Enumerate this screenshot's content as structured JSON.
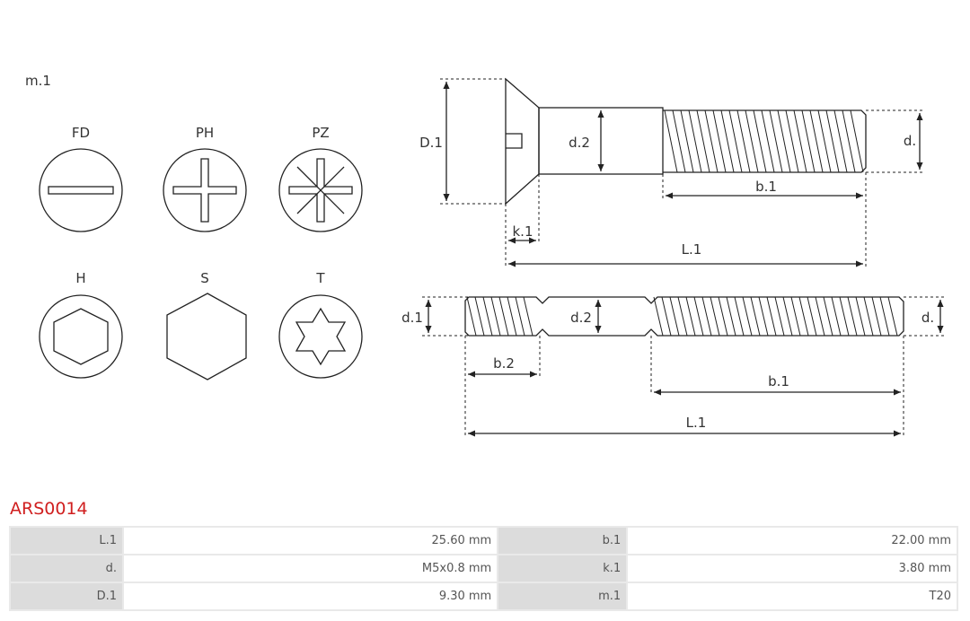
{
  "diagram": {
    "section_label": "m.1",
    "drive_types": [
      {
        "code": "FD",
        "icon": "slotted-drive-icon"
      },
      {
        "code": "PH",
        "icon": "phillips-drive-icon"
      },
      {
        "code": "PZ",
        "icon": "pozidriv-drive-icon"
      },
      {
        "code": "H",
        "icon": "hex-socket-drive-icon"
      },
      {
        "code": "S",
        "icon": "hex-head-icon"
      },
      {
        "code": "T",
        "icon": "torx-drive-icon"
      }
    ],
    "screw_labels": {
      "D1": "D.1",
      "d2": "d.2",
      "d": "d.",
      "b1": "b.1",
      "k1": "k.1",
      "L1": "L.1"
    },
    "stud_labels": {
      "d1": "d.1",
      "d2": "d.2",
      "d": "d.",
      "b2": "b.2",
      "b1": "b.1",
      "L1": "L.1"
    }
  },
  "part": {
    "code": "ARS0014",
    "specs": [
      {
        "key1": "L.1",
        "val1": "25.60 mm",
        "key2": "b.1",
        "val2": "22.00 mm"
      },
      {
        "key1": "d.",
        "val1": "M5x0.8 mm",
        "key2": "k.1",
        "val2": "3.80 mm"
      },
      {
        "key1": "D.1",
        "val1": "9.30 mm",
        "key2": "m.1",
        "val2": "T20"
      }
    ]
  },
  "colors": {
    "part_code": "#d01f1f",
    "line": "#222222",
    "key_cell": "#dcdcdc"
  }
}
